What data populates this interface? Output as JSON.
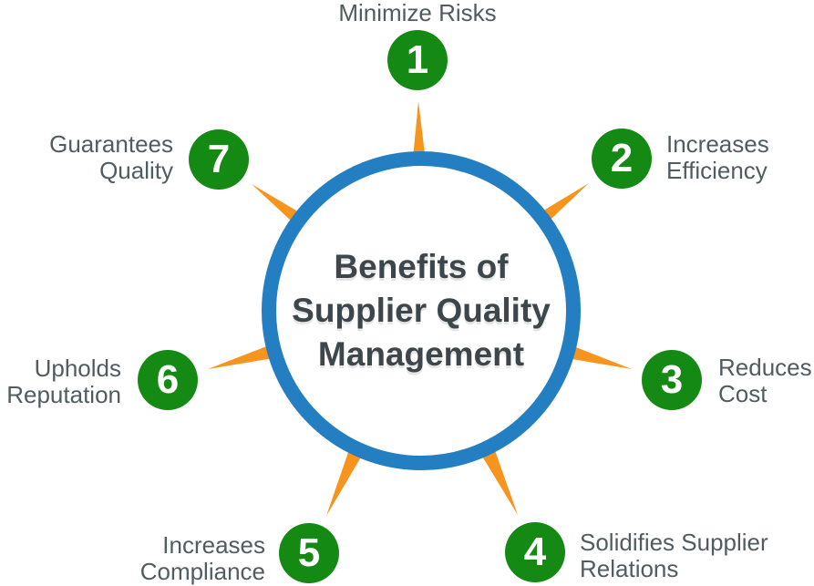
{
  "title": "Benefits of Supplier Quality Management",
  "colors": {
    "green": "#148a14",
    "blue": "#237fc1",
    "orange": "#f7941d",
    "label": "#515c61",
    "center": "#3d474b"
  },
  "center": {
    "line1": "Benefits of",
    "line2": "Supplier Quality",
    "line3": "Management"
  },
  "benefits": [
    {
      "number": "1",
      "label": "Minimize Risks",
      "lines": [
        "Minimize Risks"
      ]
    },
    {
      "number": "2",
      "label": "Increases Efficiency",
      "lines": [
        "Increases",
        "Efficiency"
      ]
    },
    {
      "number": "3",
      "label": "Reduces Cost",
      "lines": [
        "Reduces",
        "Cost"
      ]
    },
    {
      "number": "4",
      "label": "Solidifies Supplier Relations",
      "lines": [
        "Solidifies Supplier",
        "Relations"
      ]
    },
    {
      "number": "5",
      "label": "Increases Compliance",
      "lines": [
        "Increases",
        "Compliance"
      ]
    },
    {
      "number": "6",
      "label": "Upholds Reputation",
      "lines": [
        "Upholds",
        "Reputation"
      ]
    },
    {
      "number": "7",
      "label": "Guarantees Quality",
      "lines": [
        "Guarantees",
        "Quality"
      ]
    }
  ]
}
